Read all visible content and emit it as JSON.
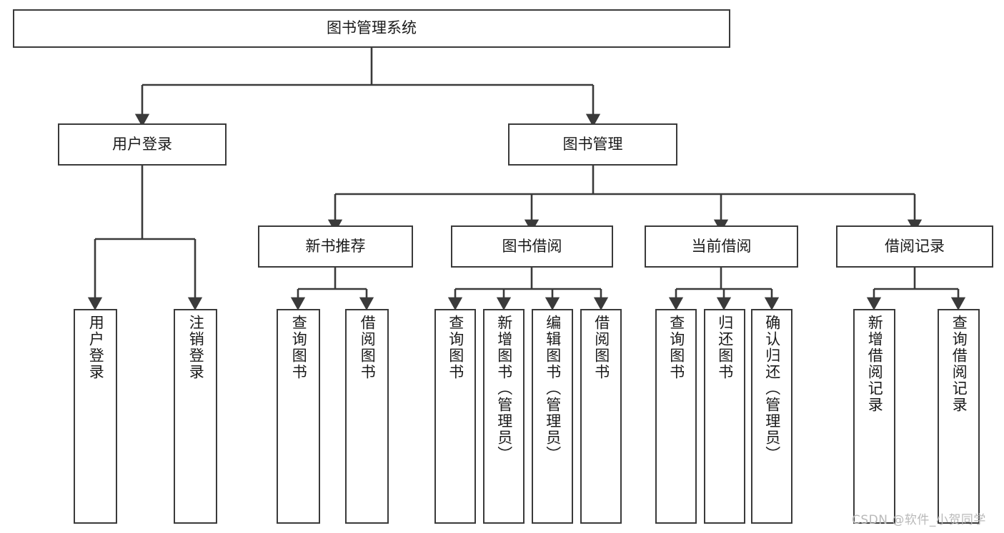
{
  "diagram": {
    "title": "图书管理系统",
    "type": "tree",
    "root": {
      "label": "图书管理系统"
    },
    "level2": [
      {
        "id": "user-login",
        "label": "用户登录"
      },
      {
        "id": "book-manage",
        "label": "图书管理"
      }
    ],
    "level3": [
      {
        "id": "new-book-recommend",
        "label": "新书推荐"
      },
      {
        "id": "book-borrow",
        "label": "图书借阅"
      },
      {
        "id": "current-borrow",
        "label": "当前借阅"
      },
      {
        "id": "borrow-record",
        "label": "借阅记录"
      }
    ],
    "leaves": {
      "user-login": [
        {
          "id": "leaf-user-login",
          "label": "用户登录"
        },
        {
          "id": "leaf-logout-login",
          "label": "注销登录"
        }
      ],
      "new-book-recommend": [
        {
          "id": "leaf-query-book-1",
          "label": "查询图书"
        },
        {
          "id": "leaf-borrow-book-1",
          "label": "借阅图书"
        }
      ],
      "book-borrow": [
        {
          "id": "leaf-query-book-2",
          "label": "查询图书"
        },
        {
          "id": "leaf-add-book",
          "label": "新增图书（管理员）"
        },
        {
          "id": "leaf-edit-book",
          "label": "编辑图书（管理员）"
        },
        {
          "id": "leaf-borrow-book-2",
          "label": "借阅图书"
        }
      ],
      "current-borrow": [
        {
          "id": "leaf-query-book-3",
          "label": "查询图书"
        },
        {
          "id": "leaf-return-book",
          "label": "归还图书"
        },
        {
          "id": "leaf-confirm-return",
          "label": "确认归还（管理员）"
        }
      ],
      "borrow-record": [
        {
          "id": "leaf-add-record",
          "label": "新增借阅记录"
        },
        {
          "id": "leaf-query-record",
          "label": "查询借阅记录"
        }
      ]
    }
  },
  "watermark": {
    "text": "CSDN @软件_小贺同学"
  },
  "colors": {
    "stroke": "#3a3a3a",
    "background": "#ffffff",
    "text": "#1a1a1a",
    "watermark": "#b9b9b9"
  }
}
